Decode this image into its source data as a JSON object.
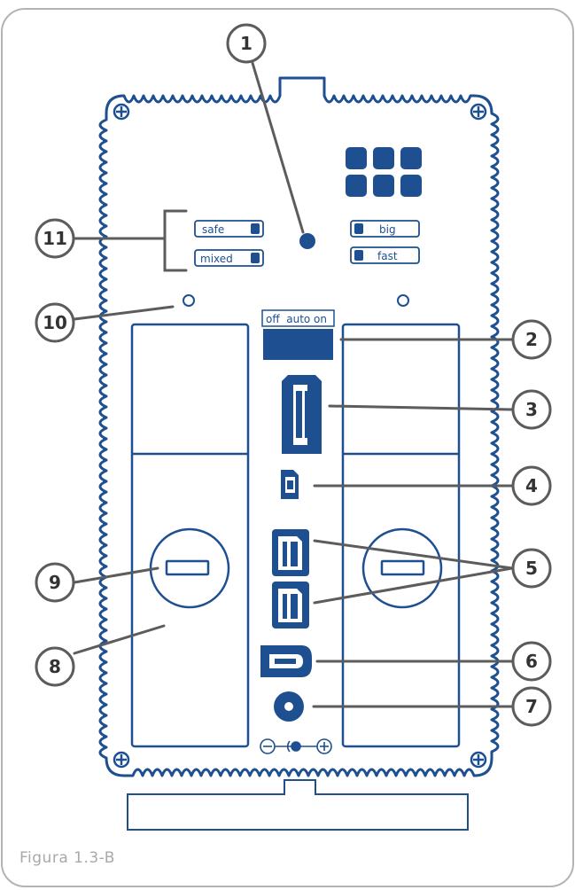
{
  "figure": {
    "caption": "Figura 1.3-B",
    "colors": {
      "accent": "#1d4f91",
      "frame": "#b0b0b0",
      "line": "#555555"
    }
  },
  "device": {
    "raid_labels_left": [
      "safe",
      "mixed"
    ],
    "raid_labels_right": [
      "big",
      "fast"
    ],
    "power_switch_label": "off  auto on"
  },
  "callouts": [
    {
      "number": "1",
      "part": "led"
    },
    {
      "number": "2",
      "part": "power-switch"
    },
    {
      "number": "3",
      "part": "esata-port"
    },
    {
      "number": "4",
      "part": "usb-b-port"
    },
    {
      "number": "5",
      "part": "firewire-800-ports"
    },
    {
      "number": "6",
      "part": "firewire-400-port"
    },
    {
      "number": "7",
      "part": "power-connector"
    },
    {
      "number": "8",
      "part": "drive-tray"
    },
    {
      "number": "9",
      "part": "tray-lock"
    },
    {
      "number": "10",
      "part": "screw-hole"
    },
    {
      "number": "11",
      "part": "raid-mode-selector"
    }
  ]
}
